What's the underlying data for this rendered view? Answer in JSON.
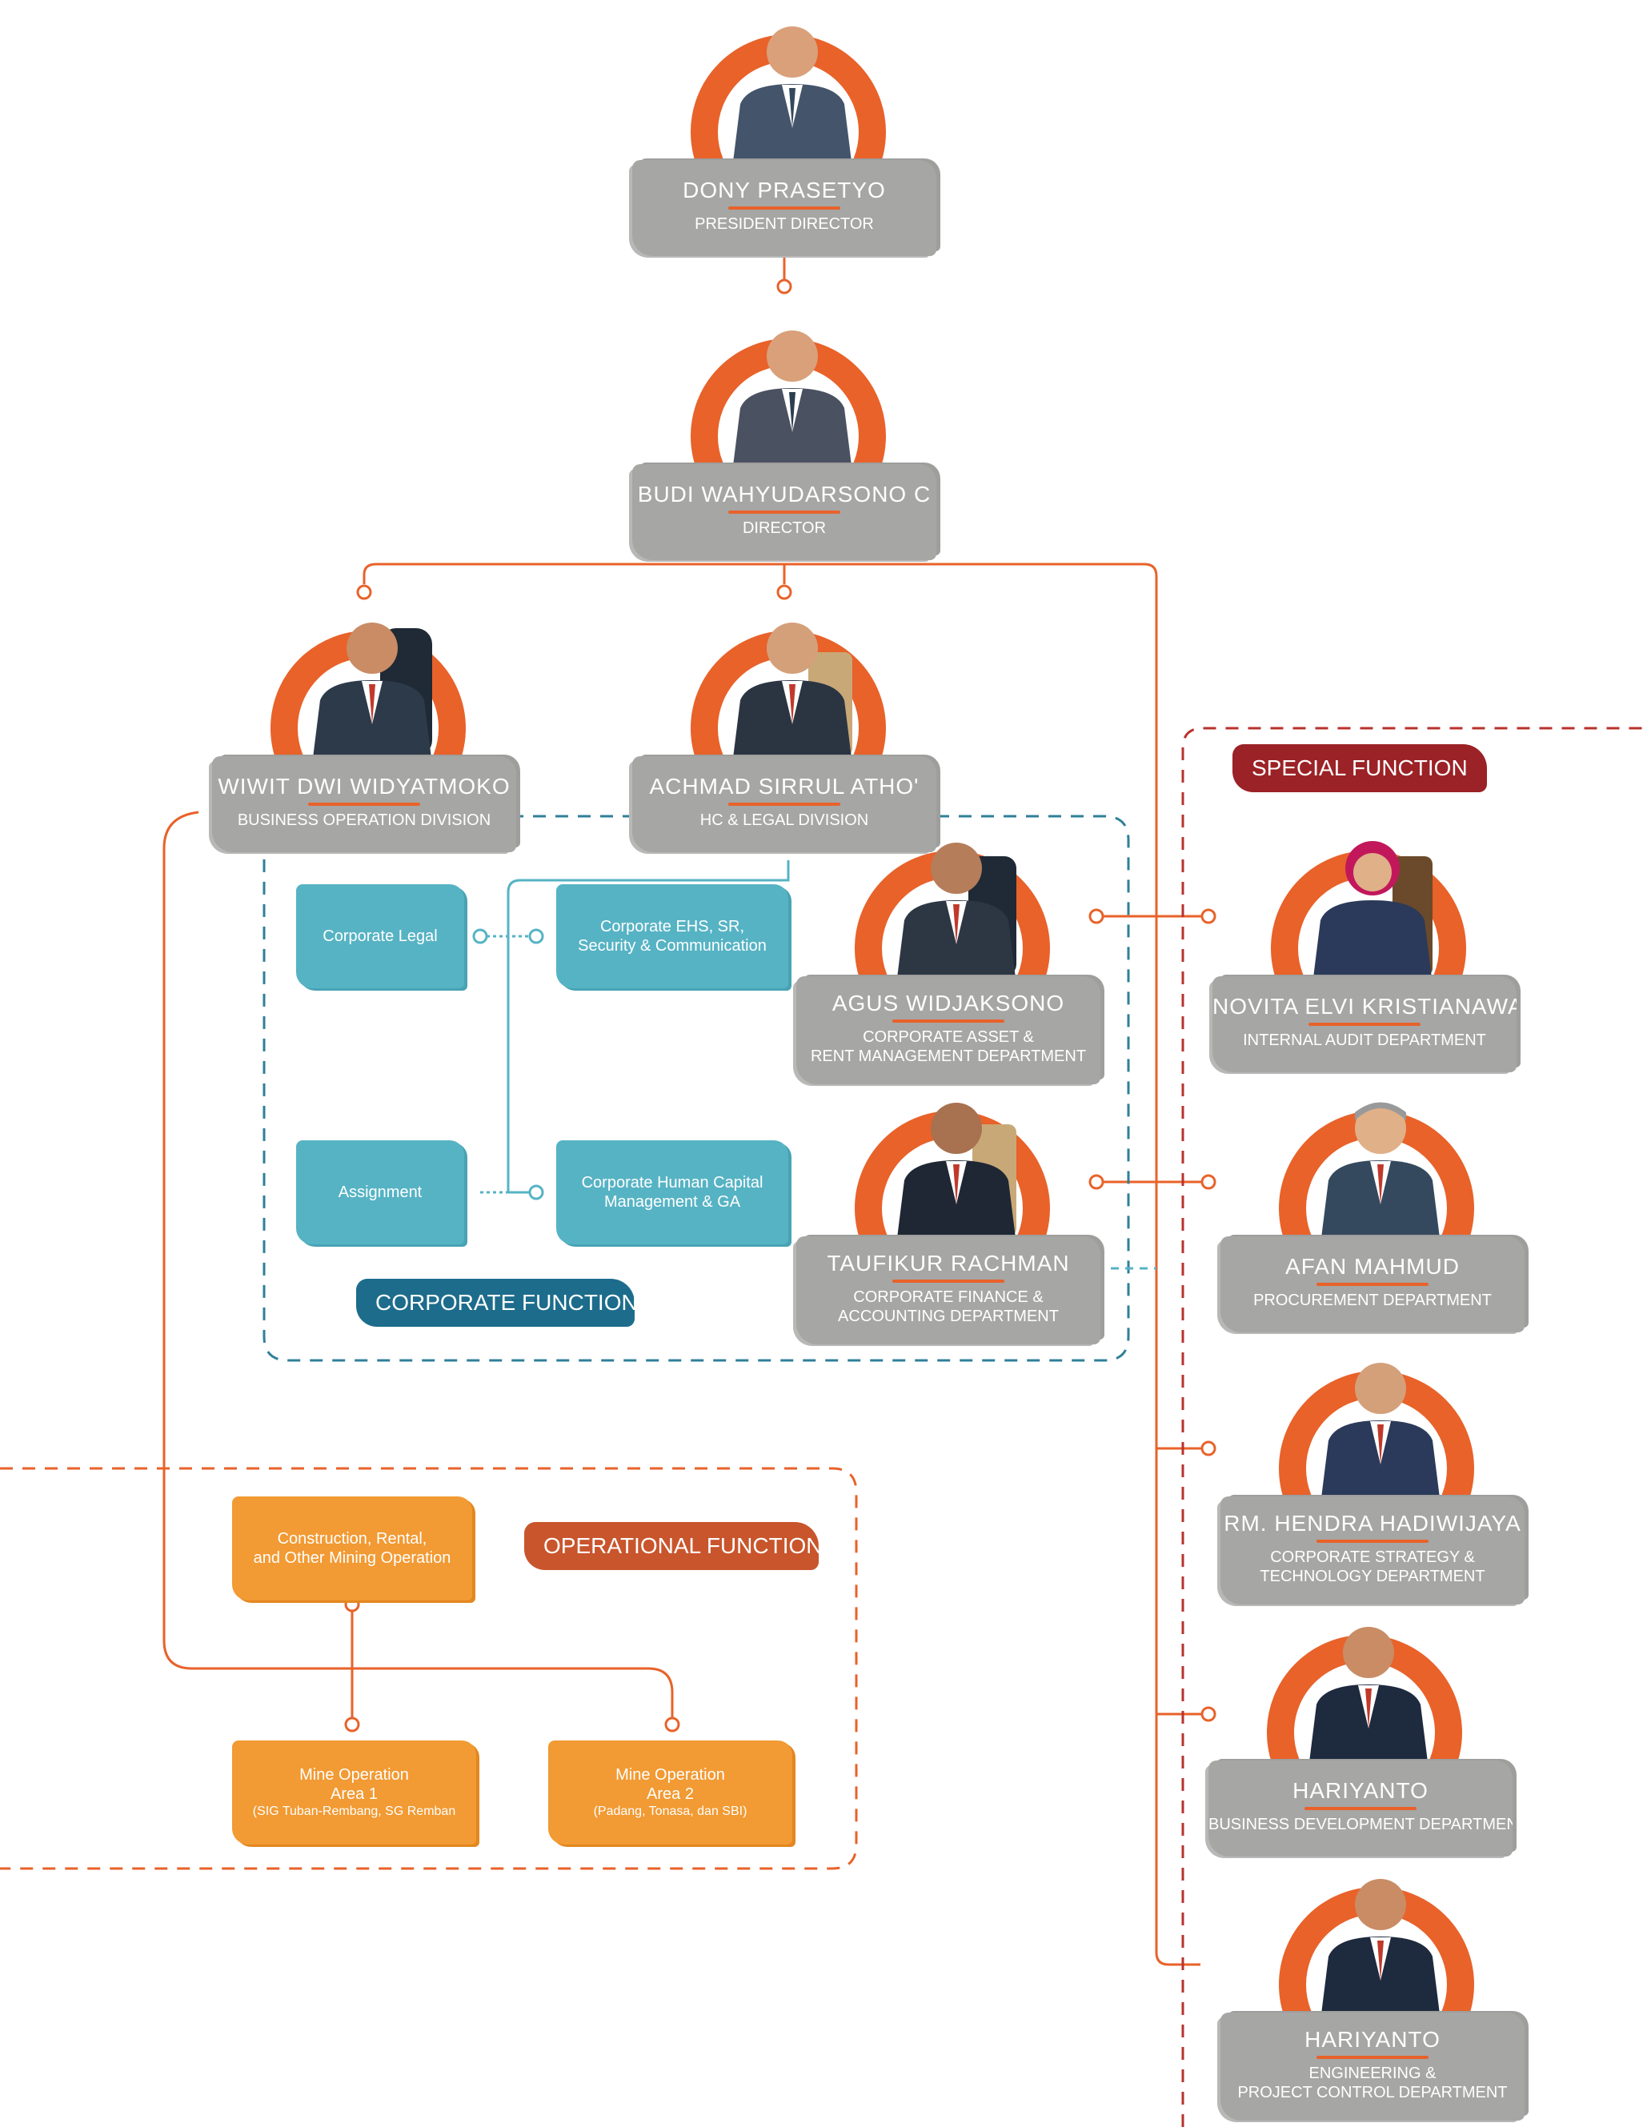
{
  "people": {
    "president": {
      "name": "DONY PRASETYO",
      "role": "PRESIDENT DIRECTOR"
    },
    "director": {
      "name": "BUDI WAHYUDARSONO C",
      "role": "DIRECTOR"
    },
    "business_op": {
      "name": "WIWIT DWI WIDYATMOKO",
      "role": "BUSINESS OPERATION DIVISION"
    },
    "hc_legal": {
      "name": "ACHMAD SIRRUL ATHO'",
      "role": "HC & LEGAL DIVISION"
    },
    "corp_asset": {
      "name": "AGUS WIDJAKSONO",
      "role_line1": "CORPORATE ASSET &",
      "role_line2": "RENT MANAGEMENT DEPARTMENT"
    },
    "corp_finance": {
      "name": "TAUFIKUR RACHMAN",
      "role_line1": "CORPORATE FINANCE &",
      "role_line2": "ACCOUNTING DEPARTMENT"
    },
    "internal_audit": {
      "name": "NOVITA ELVI KRISTIANAWA",
      "role": "INTERNAL AUDIT DEPARTMENT"
    },
    "procurement": {
      "name": "AFAN MAHMUD",
      "role": "PROCUREMENT DEPARTMENT"
    },
    "corp_strategy": {
      "name": "RM. HENDRA HADIWIJAYA",
      "role_line1": "CORPORATE STRATEGY &",
      "role_line2": "TECHNOLOGY DEPARTMENT"
    },
    "business_dev": {
      "name": "HARIYANTO",
      "role": "BUSINESS DEVELOPMENT DEPARTMENT"
    },
    "engineering": {
      "name": "HARIYANTO",
      "role_line1": "ENGINEERING &",
      "role_line2": "PROJECT CONTROL DEPARTMENT"
    }
  },
  "corporate_boxes": {
    "legal": "Corporate Legal",
    "ehs_line1": "Corporate EHS, SR,",
    "ehs_line2": "Security & Communication",
    "assignment": "Assignment",
    "hc_line1": "Corporate Human Capital",
    "hc_line2": "Management & GA"
  },
  "operational_boxes": {
    "construction_line1": "Construction, Rental,",
    "construction_line2": "and Other Mining Operation",
    "area1_line1": "Mine Operation",
    "area1_line2": "Area 1",
    "area1_line3": "(SIG Tuban-Rembang, SG Remban",
    "area2_line1": "Mine Operation",
    "area2_line2": "Area 2",
    "area2_line3": "(Padang, Tonasa, dan SBI)"
  },
  "banners": {
    "special": "SPECIAL FUNCTION",
    "corporate": "CORPORATE FUNCTION",
    "operational": "OPERATIONAL FUNCTION"
  },
  "colors": {
    "orange_ring": "#e8622a",
    "gray_name": "#a6a6a5",
    "teal_box": "#56b3c4",
    "orange_box": "#f29a33",
    "special_banner": "#9b2226",
    "corporate_banner": "#1d6c8c",
    "operational_banner": "#c9552c"
  }
}
